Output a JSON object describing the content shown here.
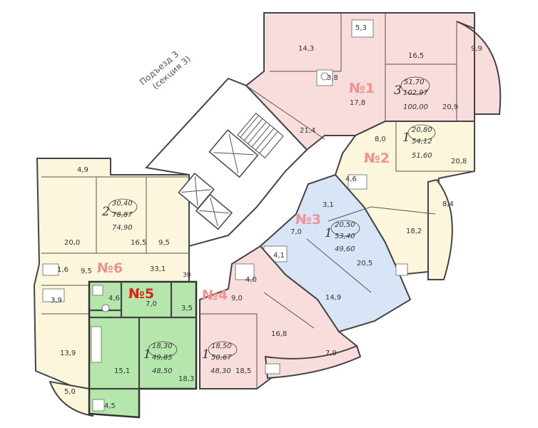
{
  "entrance": {
    "line1": "Подъезд 3",
    "line2": "(секция 3)"
  },
  "apartments": [
    {
      "id": "apt-1",
      "number": "№1",
      "rooms": "3",
      "area_living": "51,70",
      "area_total": "102,97",
      "area_total_b": "100,00"
    },
    {
      "id": "apt-2",
      "number": "№2",
      "rooms": "1",
      "area_living": "20,80",
      "area_total": "54,12",
      "area_total_b": "51,60"
    },
    {
      "id": "apt-3",
      "number": "№3",
      "rooms": "1",
      "area_living": "20,50",
      "area_total": "53,40",
      "area_total_b": "49,60"
    },
    {
      "id": "apt-4",
      "number": "№4",
      "rooms": "1",
      "area_living": "18,50",
      "area_total": "50,67",
      "area_total_b": "48,30"
    },
    {
      "id": "apt-5",
      "number": "№5",
      "rooms": "1",
      "area_living": "18,30",
      "area_total": "49,85",
      "area_total_b": "48,50",
      "selected": true
    },
    {
      "id": "apt-6",
      "number": "№6",
      "rooms": "2",
      "area_living": "30,40",
      "area_total": "78,87",
      "area_total_b": "74,90"
    }
  ],
  "room_areas": {
    "a1": [
      "14,3",
      "5,3",
      "3,8",
      "16,5",
      "9,9",
      "21,4",
      "17,8",
      "20,9"
    ],
    "a2": [
      "8,0",
      "20,8",
      "4,6",
      "8,4",
      "18,2"
    ],
    "a3": [
      "3,1",
      "7,0",
      "4,1",
      "20,5",
      "14,9"
    ],
    "a4": [
      "4,0",
      "9,0",
      "16,8",
      "7,9",
      "18,5"
    ],
    "a5": [
      "4,6",
      "7,0",
      "3,5",
      "15,1",
      "18,3",
      "4,5",
      "30"
    ],
    "a6": [
      "4,9",
      "20,0",
      "16,5",
      "9,5",
      "1,6",
      "9,5",
      "33,1",
      "3,9",
      "13,9",
      "5,0"
    ]
  },
  "colors": {
    "pink": "#f9dcdc",
    "yellow": "#fbf6dc",
    "blue": "#d7e5f6",
    "green": "#b5e7ad",
    "number_label": "#f19191",
    "selected_label": "#e0201a",
    "wall": "#444444"
  }
}
